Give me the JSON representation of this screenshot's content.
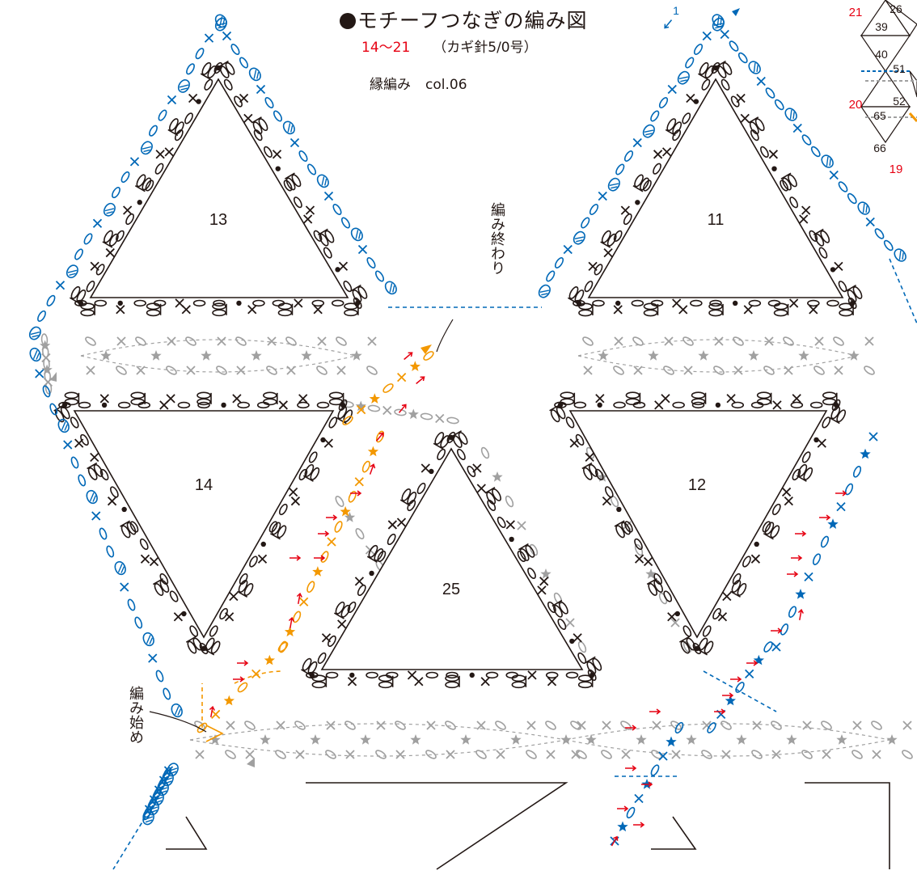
{
  "header": {
    "title": "モチーフつなぎの編み図",
    "range": "14〜21",
    "hook": "（カギ針5/0号）",
    "edging": "縁編み",
    "color": "col.06"
  },
  "labels": {
    "start": "編み始め",
    "end": "編み終わり"
  },
  "motifs": [
    {
      "id": "m13",
      "label": "13"
    },
    {
      "id": "m11",
      "label": "11"
    },
    {
      "id": "m14",
      "label": "14"
    },
    {
      "id": "m12",
      "label": "12"
    },
    {
      "id": "m25",
      "label": "25"
    }
  ],
  "inset": {
    "numbers": [
      "26",
      "39",
      "40",
      "51",
      "52",
      "65",
      "66"
    ],
    "round_labels": [
      "21",
      "20",
      "19"
    ],
    "arrow_label": "1"
  },
  "colors": {
    "ink": "#231815",
    "gray": "#a0a0a0",
    "blue": "#0068b7",
    "orange": "#f39800",
    "red": "#e60012"
  }
}
